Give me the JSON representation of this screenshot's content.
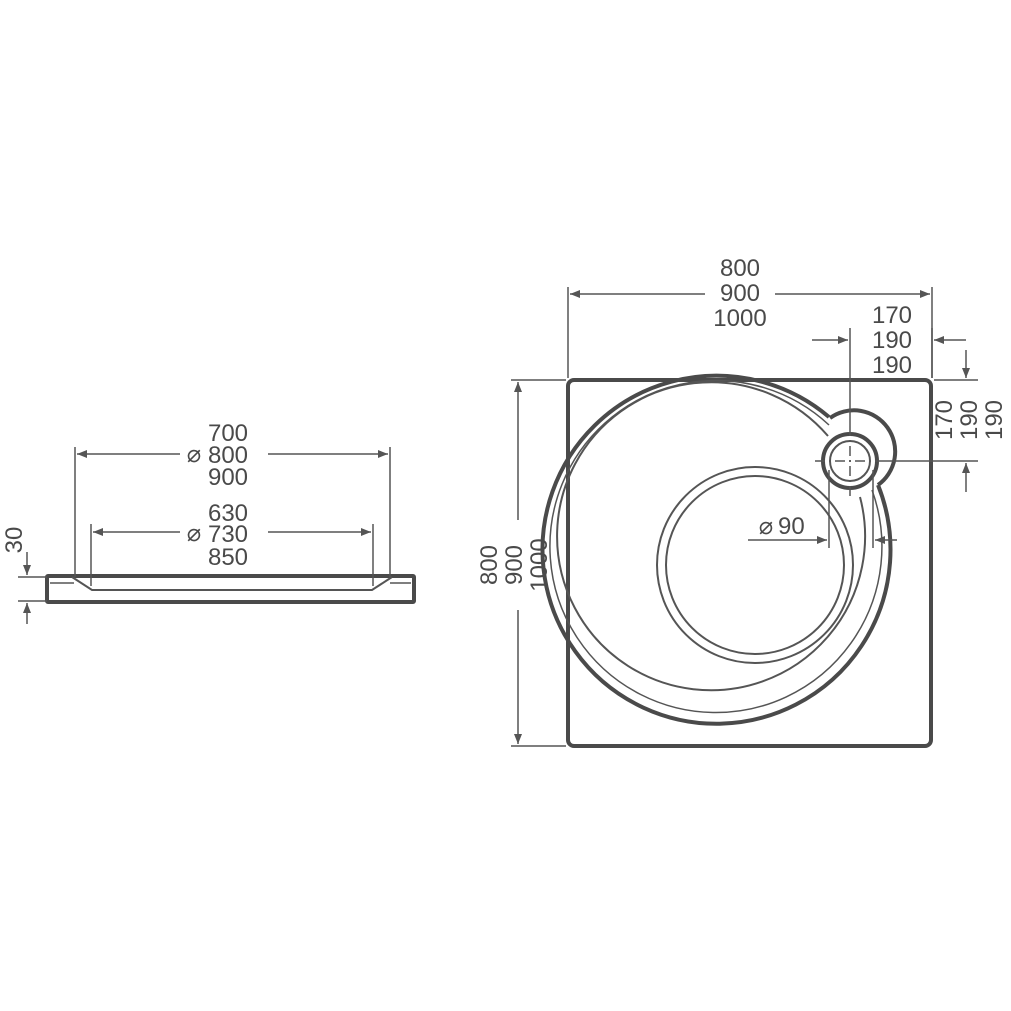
{
  "colors": {
    "stroke": "#4a4a4a",
    "background": "#ffffff"
  },
  "side_view": {
    "top_width": [
      "700",
      "800",
      "900"
    ],
    "inner_width": [
      "630",
      "730",
      "850"
    ],
    "height": "30",
    "diameter_symbol": "⌀"
  },
  "top_view": {
    "width": [
      "800",
      "900",
      "1000"
    ],
    "depth": [
      "800",
      "900",
      "1000"
    ],
    "drain_offset_x": [
      "170",
      "190",
      "190"
    ],
    "drain_offset_y": [
      "170",
      "190",
      "190"
    ],
    "drain_diameter": "90",
    "diameter_symbol": "⌀"
  }
}
